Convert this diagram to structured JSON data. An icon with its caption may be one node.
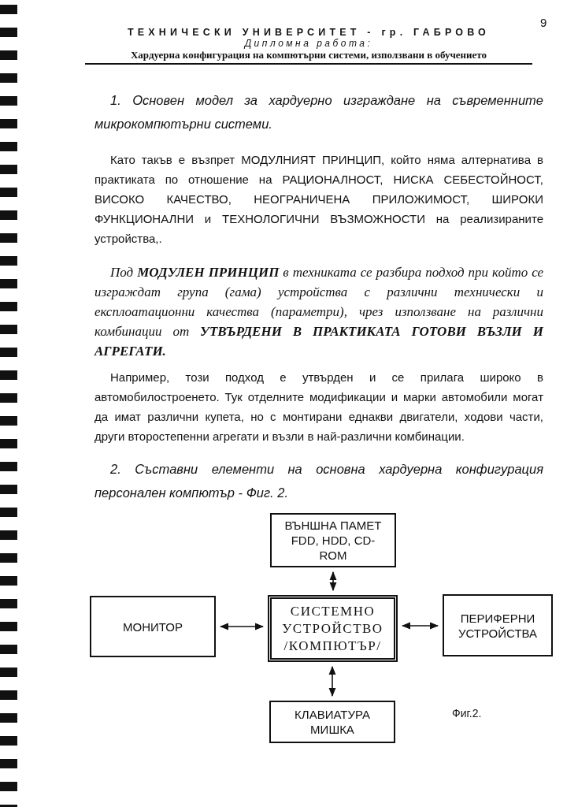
{
  "diagram": {
    "caption": "Фиг.2.",
    "nodes": [
      {
        "text": [
          "ВЪНШНА ПАМЕТ FDD, HDD, CD-ROM"
        ]
      },
      {
        "text": [
          "МОНИТОР"
        ]
      },
      {
        "text": [
          "СИСТЕМНО УСТРОЙСТВО /КОМПЮТЪР/"
        ]
      },
      {
        "text": [
          "ПЕРИФЕРНИ УСТРОЙСТВА"
        ]
      },
      {
        "text": [
          "КЛАВИАТУРА МИШКА"
        ]
      }
    ],
    "edges": [
      {
        "from": 0,
        "to": 2,
        "arrow": "both"
      },
      {
        "from": 1,
        "to": 2,
        "arrow": "both"
      },
      {
        "from": 2,
        "to": 3,
        "arrow": "both"
      },
      {
        "from": 2,
        "to": 4,
        "arrow": "both"
      }
    ],
    "labels": [
      "9",
      "ТЕХНИЧЕСКИ УНИВЕРСИТЕТ - гр. ГАБРОВО",
      "Дипломна работа:",
      "Хардуерна конфигурация на компютърни системи, използвани в обучението",
      "1. Основен модел за хардуерно изграждане на съвременните микрокомпютърни системи.",
      "Като такъв е възпрет МОДУЛНИЯТ ПРИНЦИП, който няма алтернатива в практиката по отношение на РАЦИОНАЛНОСТ, НИСКА СЕБЕСТОЙНОСТ, ВИСОКО КАЧЕСТВО, НЕОГРАНИЧЕНА ПРИЛОЖИМОСТ, ШИРОКИ ФУНКЦИОНАЛНИ и ТЕХНОЛОГИЧНИ ВЪЗМОЖНОСТИ на реализираните устройства,.",
      "Под **МОДУЛЕН ПРИНЦИП** в техниката се разбира подход при който се изграждат група (гама) устройства с различни технически и експлоатационни качества (параметри), чрез използване на различни комбинации от **УТВЪРДЕНИ В ПРАКТИКАТА ГОТОВИ ВЪЗЛИ И АГРЕГАТИ.**",
      "Например, този подход е утвърден и се прилага широко в автомобилостроенето. Тук отделните модификации и марки автомобили могат да имат различни купета, но с монтирани еднакви двигатели, ходови части, други второстепенни агрегати и възли в най-различни комбинации.",
      "2. Съставни елементи на основна хардуерна конфигурация персонален компютър - Фиг. 2."
    ]
  }
}
